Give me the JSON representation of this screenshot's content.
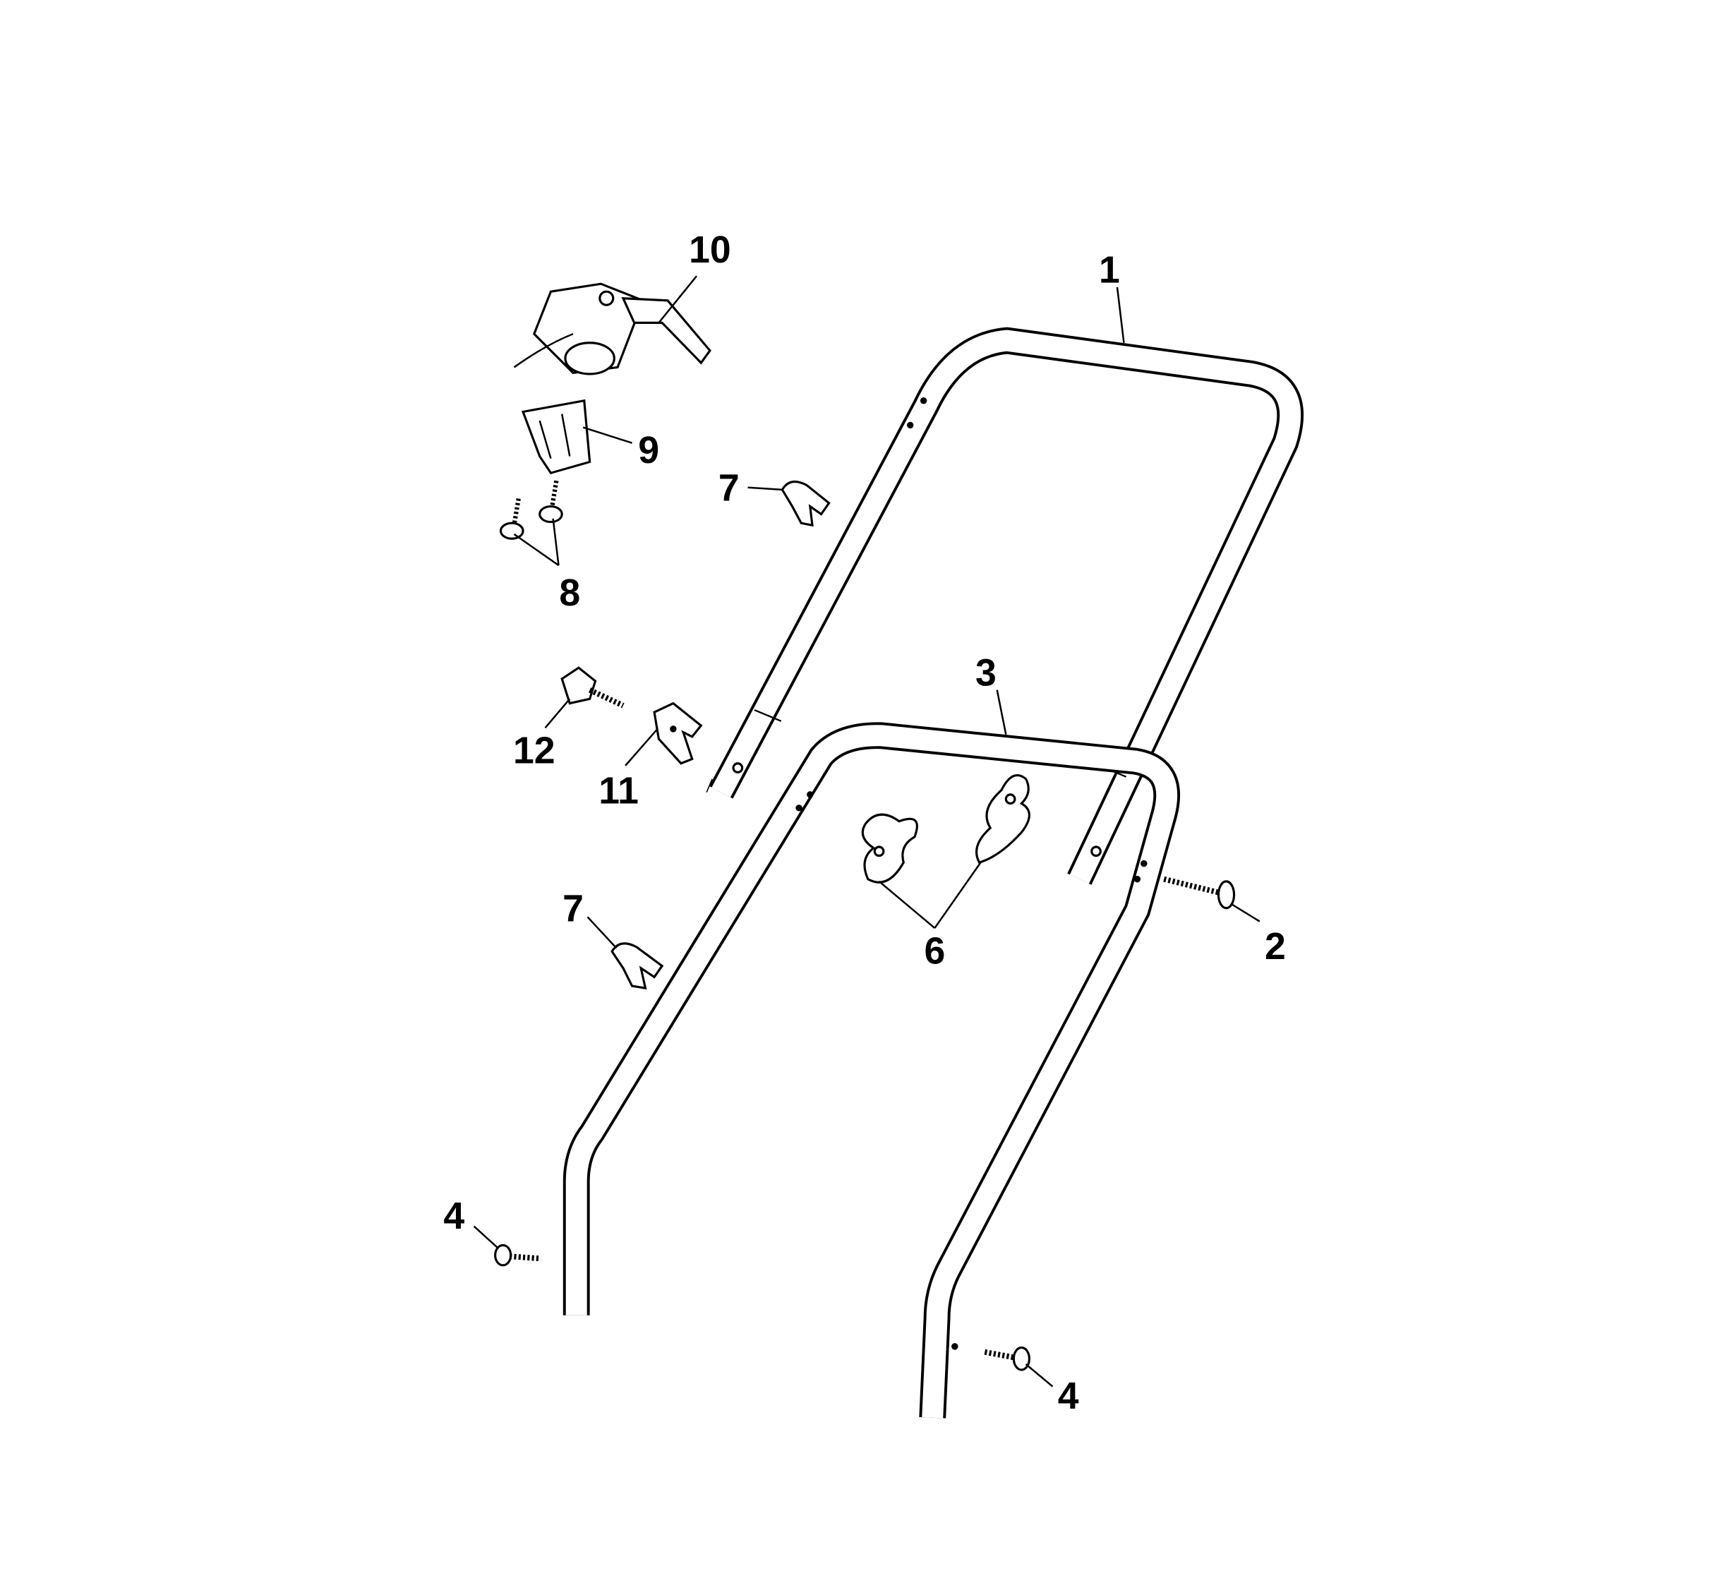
{
  "diagram": {
    "type": "exploded parts diagram",
    "labels": {
      "l10": "10",
      "l1": "1",
      "l9": "9",
      "l7a": "7",
      "l8": "8",
      "l3": "3",
      "l12": "12",
      "l11": "11",
      "l7b": "7",
      "l6": "6",
      "l2": "2",
      "l4a": "4",
      "l4b": "4"
    }
  }
}
